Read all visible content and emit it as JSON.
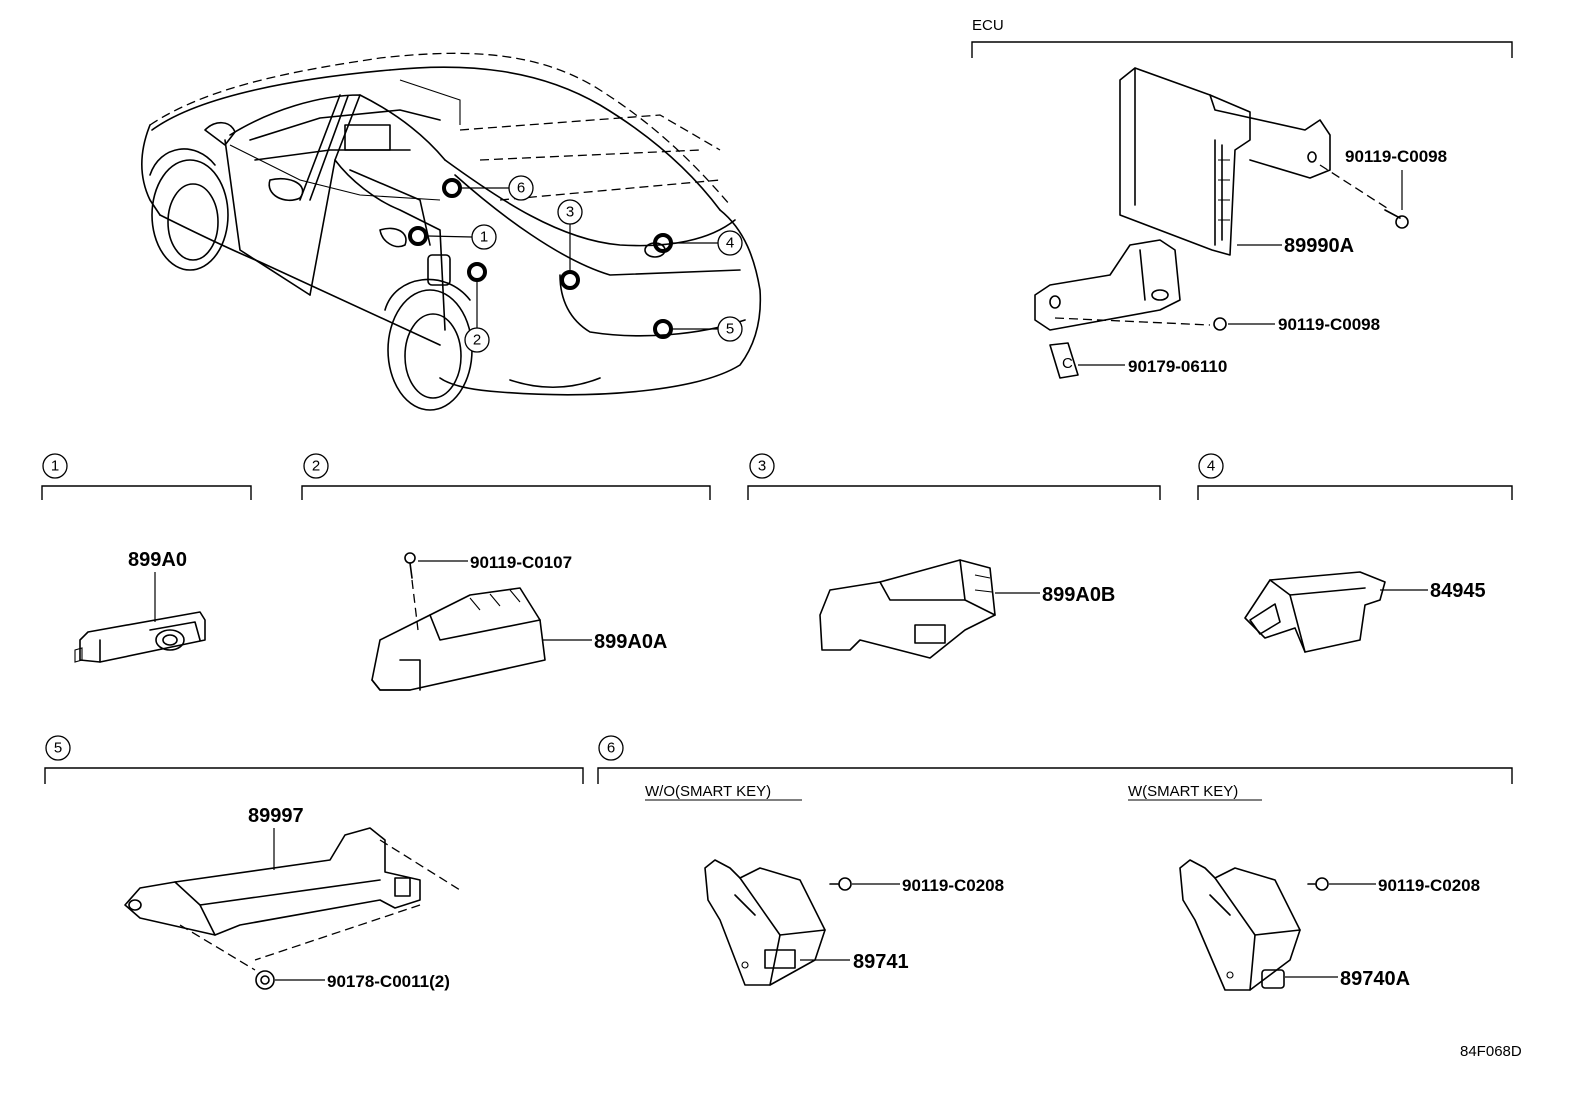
{
  "ecu_section": {
    "title": "ECU"
  },
  "car_callouts": [
    "1",
    "2",
    "3",
    "4",
    "5",
    "6"
  ],
  "sections": [
    {
      "number": "1",
      "parts": [
        "899A0"
      ]
    },
    {
      "number": "2",
      "parts": [
        "90119-C0107",
        "899A0A"
      ]
    },
    {
      "number": "3",
      "parts": [
        "899A0B"
      ]
    },
    {
      "number": "4",
      "parts": [
        "84945"
      ]
    },
    {
      "number": "5",
      "parts": [
        "89997",
        "90178-C0011(2)"
      ]
    },
    {
      "number": "6",
      "variants": [
        {
          "label": "W/O(SMART KEY)",
          "parts": [
            "90119-C0208",
            "89741"
          ]
        },
        {
          "label": "W(SMART KEY)",
          "parts": [
            "90119-C0208",
            "89740A"
          ]
        }
      ]
    }
  ],
  "ecu_parts": [
    "90119-C0098",
    "89990A",
    "90119-C0098",
    "90179-06110"
  ],
  "figure_code": "84F068D"
}
